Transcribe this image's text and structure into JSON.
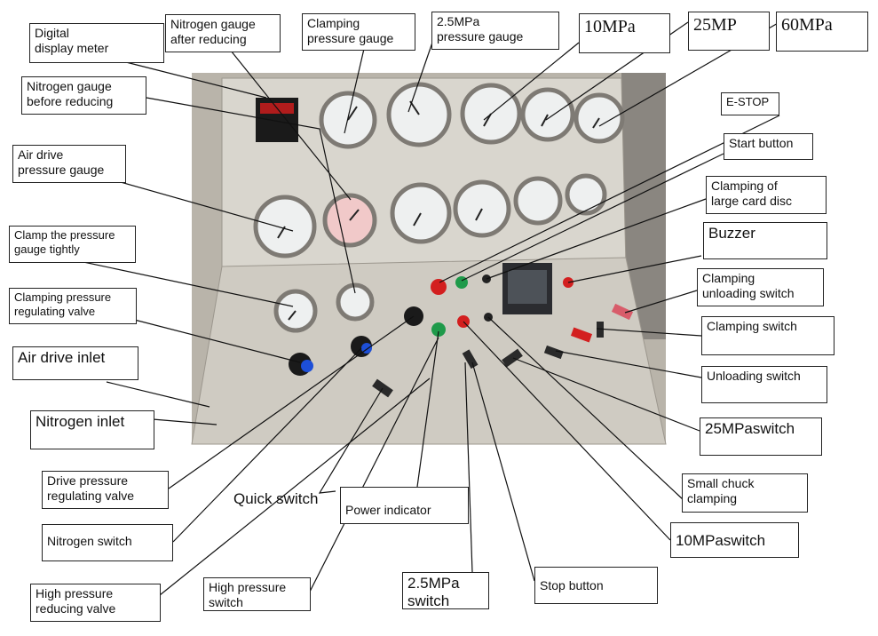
{
  "labels": {
    "digital_display": "Digital\ndisplay meter",
    "n2_after": "Nitrogen gauge\nafter reducing",
    "clamping_gauge": "Clamping\npressure gauge",
    "g25": "2.5MPa\npressure gauge",
    "g10": "10MPa",
    "g25mp": "25MP",
    "g60": "60MPa",
    "n2_before": "Nitrogen gauge\nbefore reducing",
    "estop": "E-STOP",
    "air_drive_gauge": "Air drive\npressure gauge",
    "start_button": "Start button",
    "clamp_large": "Clamping of\nlarge card disc",
    "clamp_tight": "Clamp the pressure\ngauge tightly",
    "buzzer": "Buzzer",
    "clamp_unload": "Clamping\nunloading switch",
    "clamp_valve": "Clamping pressure\nregulating valve",
    "clamp_switch": "Clamping switch",
    "air_inlet": "Air drive inlet",
    "unload_switch": "Unloading switch",
    "n2_inlet": "Nitrogen inlet",
    "sw25": "25MPaswitch",
    "drive_valve": "Drive pressure\nregulating valve",
    "quick_switch": "Quick switch",
    "small_chuck": "Small chuck\nclamping",
    "power_ind": "Power indicator",
    "n2_switch": "Nitrogen switch",
    "sw10": "10MPaswitch",
    "hp_valve": "High pressure\nreducing valve",
    "hp_switch": "High pressure\nswitch",
    "sw2_5": "2.5MPa\nswitch",
    "stop_button": "Stop button"
  },
  "colors": {
    "panel": "#d9d6ce",
    "line": "#111111",
    "red": "#d31f1f",
    "green": "#1f9a4a",
    "blue": "#1d4fd8"
  }
}
